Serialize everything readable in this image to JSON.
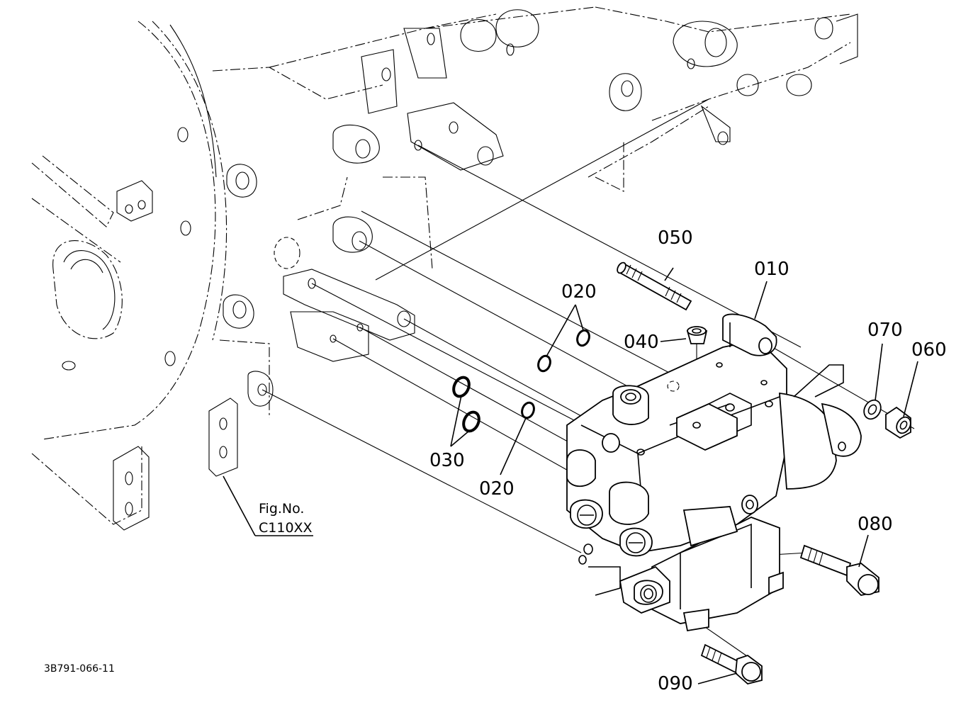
{
  "labels": {
    "p010": "010",
    "p020a": "020",
    "p020b": "020",
    "p030": "030",
    "p040": "040",
    "p050": "050",
    "p060": "060",
    "p070": "070",
    "p080": "080",
    "p090": "090"
  },
  "reference": {
    "line1": "Fig.No.",
    "line2": "C110XX"
  },
  "drawing_code": "3B791-066-11"
}
